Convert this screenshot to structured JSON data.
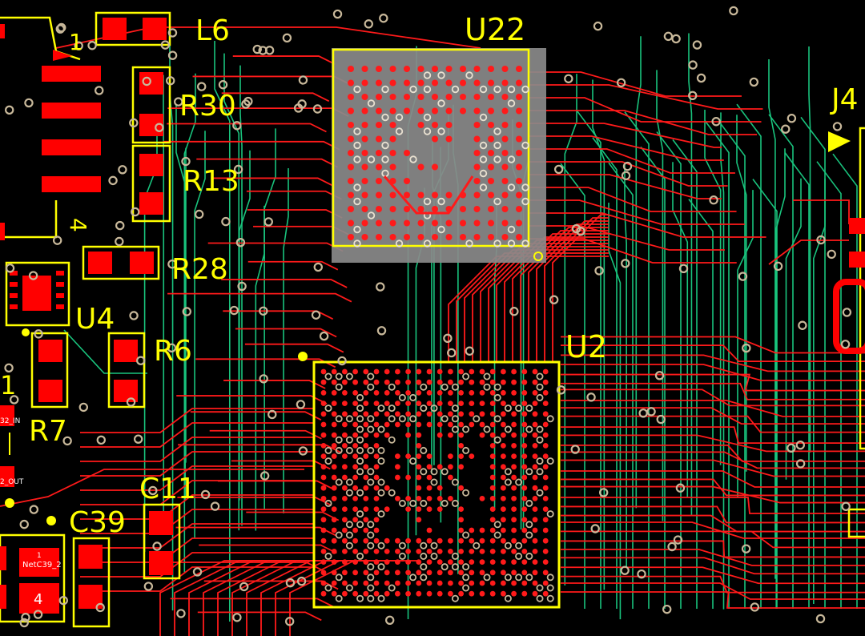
{
  "window": {
    "title": "PCB Layout View"
  },
  "colors": {
    "background": "#000000",
    "silkscreen": "#ffff00",
    "top_trace": "#ff1a1a",
    "bottom_trace": "#19c37d",
    "pad": "#ff0000",
    "via_ring": "#c8b89a",
    "highlight": "#8a8a8a"
  },
  "components": [
    {
      "ref": "U22",
      "label": "U22"
    },
    {
      "ref": "U2",
      "label": "U2"
    },
    {
      "ref": "U4",
      "label": "U4"
    },
    {
      "ref": "L6",
      "label": "L6"
    },
    {
      "ref": "R30",
      "label": "R30"
    },
    {
      "ref": "R13",
      "label": "R13"
    },
    {
      "ref": "R28",
      "label": "R28"
    },
    {
      "ref": "R6",
      "label": "R6"
    },
    {
      "ref": "R7",
      "label": "R7"
    },
    {
      "ref": "C11",
      "label": "C11"
    },
    {
      "ref": "C39",
      "label": "C39"
    },
    {
      "ref": "J4",
      "label": "J4"
    }
  ],
  "pin_marks": {
    "pin1": "1",
    "pin4": "4",
    "pad1": "1",
    "pad4": "4"
  },
  "net_labels": {
    "net_in": "32_IN",
    "net_out": "2_OUT",
    "net_c39": "NetC39_2",
    "partial_left": "1"
  },
  "layers": {
    "top": "top-copper",
    "bottom": "bottom-copper"
  }
}
